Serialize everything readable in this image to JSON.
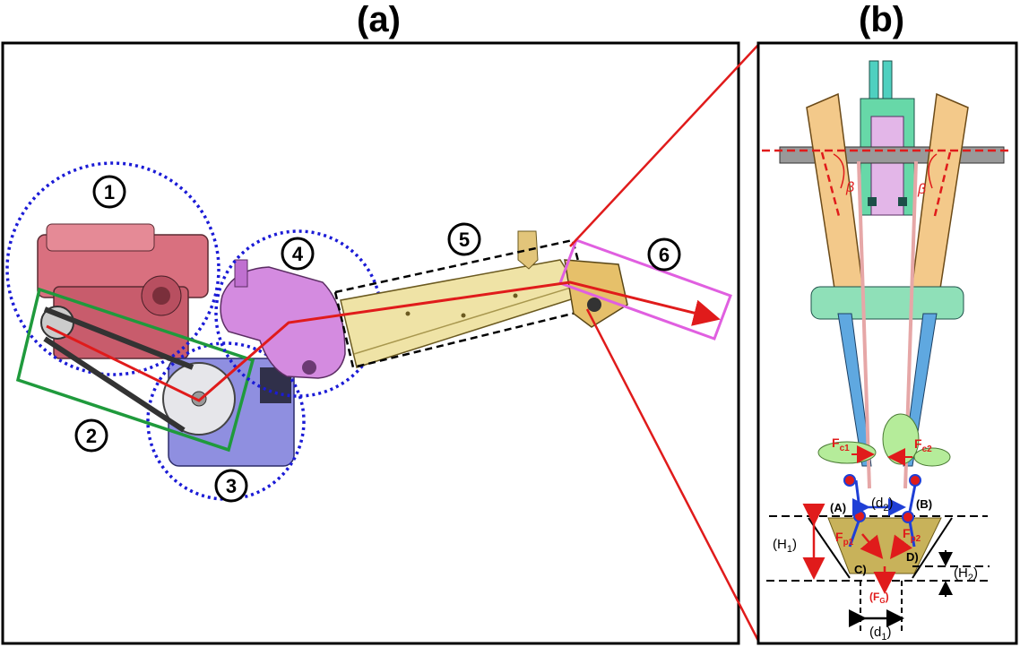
{
  "panels": {
    "a": {
      "title": "(a)"
    },
    "b": {
      "title": "(b)"
    }
  },
  "components": [
    {
      "id": "1",
      "label": "1"
    },
    {
      "id": "2",
      "label": "2"
    },
    {
      "id": "3",
      "label": "3"
    },
    {
      "id": "4",
      "label": "4"
    },
    {
      "id": "5",
      "label": "5"
    },
    {
      "id": "6",
      "label": "6"
    }
  ],
  "detail_labels": {
    "beta": "β",
    "fc1_main": "F",
    "fc1_sub": "c1",
    "fc2_main": "F",
    "fc2_sub": "c2",
    "fp1_main": "F",
    "fp1_sub": "p1",
    "fp2_main": "F",
    "fp2_sub": "p2",
    "point_a": "(A)",
    "point_b": "(B)",
    "point_c": "C)",
    "point_d": "D)",
    "d2_open": "(d",
    "d2_sub": "2",
    "d2_close": ")",
    "d1_open": "(d",
    "d1_sub": "1",
    "d1_close": ")",
    "h1_open": "(H",
    "h1_sub": "1",
    "h1_close": ")",
    "h2_open": "(H",
    "h2_sub": "2",
    "h2_close": ")",
    "fg_open": "(F",
    "fg_sub": "G",
    "fg_close": ")"
  },
  "colors": {
    "engine": "#d9707f",
    "belt_box": "#1f9a3c",
    "gearbox_ring": "#1b1bd6",
    "gearbox": "#8f8fe0",
    "transmission": "#d48be0",
    "arm": "#efe3a6",
    "arm_box": "#000000",
    "gripper_box": "#e05fe0",
    "power_path": "#e01b1b",
    "blue_force": "#1f3fd6"
  }
}
